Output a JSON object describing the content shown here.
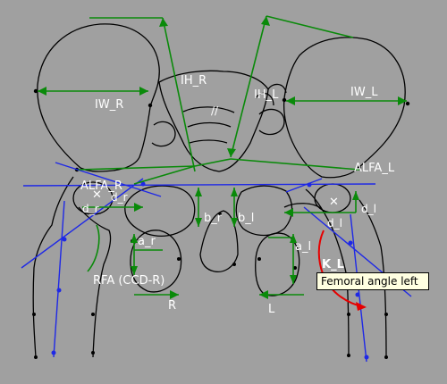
{
  "labels": {
    "iw_r": "IW_R",
    "iw_l": "IW_L",
    "ih_r": "IH_R",
    "ih_l": "IH_L",
    "alfa_r": "ALFA_R",
    "alfa_l": "ALFA_L",
    "d_r": "d_r",
    "d_l": "d_l",
    "b_r": "b_r",
    "b_l": "b_l",
    "a_r": "a_r",
    "a_l": "a_l",
    "r_small": "R",
    "l_small": "L",
    "k_l": "K_L",
    "rfa": "RFA (CCD-R)",
    "pelvis_mark": "//",
    "x_mark": "✕"
  },
  "tooltip": {
    "text": "Femoral angle left"
  },
  "colors": {
    "background": "#a0a0a0",
    "bone_outline": "#000000",
    "measure_green": "#0a8a0a",
    "axis_blue": "#1e28e6",
    "angle_red": "#e60000"
  }
}
